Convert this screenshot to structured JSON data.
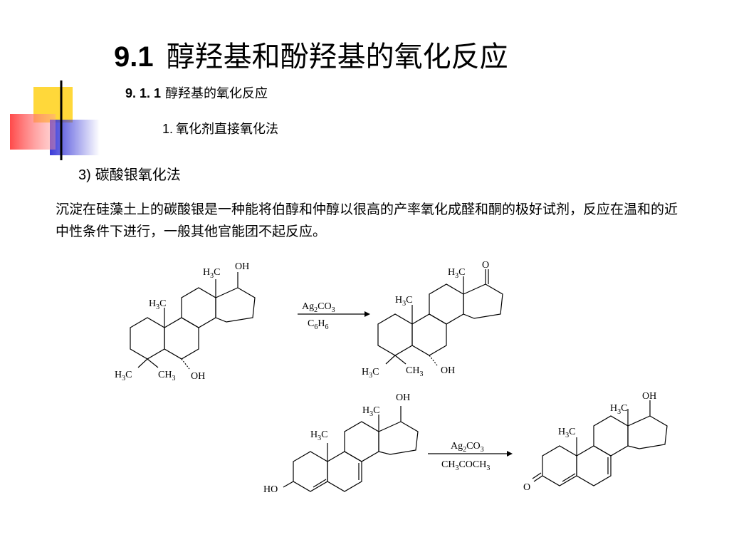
{
  "slide": {
    "title_number": "9.1",
    "title_text": "醇羟基和酚羟基的氧化反应",
    "section_number": "9. 1. 1",
    "section_text": "醇羟基的氧化反应",
    "method_number": "1.",
    "method_text": "氧化剂直接氧化法",
    "item_number": "3)",
    "item_text": "碳酸银氧化法",
    "paragraph": "沉淀在硅藻土上的碳酸银是一种能将伯醇和仲醇以很高的产率氧化成醛和酮的极好试剂，反应在温和的近中性条件下进行，一般其他官能团不起反应。"
  },
  "reaction1": {
    "reagent_top": "Ag2CO3",
    "reagent_bottom": "C6H6",
    "reactant_labels": {
      "methyl_top": "H3C",
      "oh_top": "OH",
      "methyl_mid": "H3C",
      "methyl_left": "H3C",
      "methyl_ch3": "CH3",
      "oh_bottom": "OH"
    },
    "product_labels": {
      "methyl_top": "H3C",
      "oxo_top": "O",
      "methyl_mid": "H3C",
      "methyl_left": "H3C",
      "methyl_ch3": "CH3",
      "oh_bottom": "OH"
    }
  },
  "reaction2": {
    "reagent_top": "Ag2CO3",
    "reagent_bottom": "CH3COCH3",
    "reactant_labels": {
      "oh_top": "OH",
      "methyl_top": "H3C",
      "methyl_mid": "H3C",
      "ho_left": "HO"
    },
    "product_labels": {
      "oh_top": "OH",
      "methyl_top": "H3C",
      "methyl_mid": "H3C",
      "oxo_left": "O"
    }
  },
  "colors": {
    "deco_yellow": "#ffd83a",
    "deco_blue": "#3a3ad8",
    "deco_red": "#ff5a5a",
    "deco_line": "#000000"
  }
}
